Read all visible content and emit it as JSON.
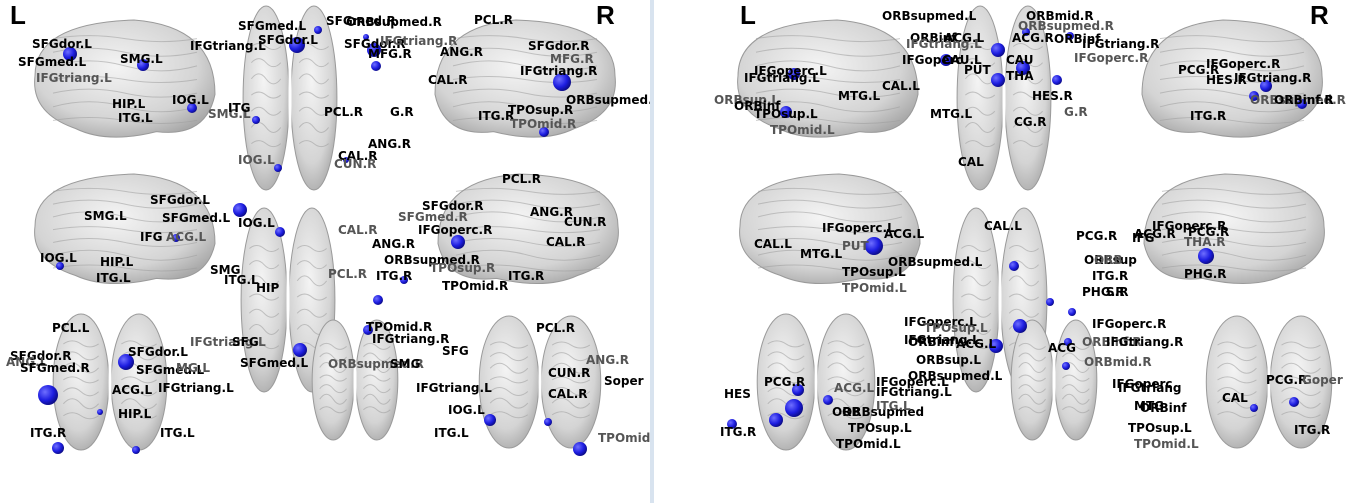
{
  "panels": [
    {
      "side_left": "L",
      "side_right": "R",
      "labels": [
        [
          "SFGdor.L",
          32,
          48
        ],
        [
          "SFGmed.L",
          18,
          66
        ],
        [
          "IFGtriang.L",
          36,
          82
        ],
        [
          "SMG.L",
          120,
          63
        ],
        [
          "HIP.L",
          112,
          108
        ],
        [
          "ITG.L",
          118,
          122
        ],
        [
          "IOG.L",
          172,
          104
        ],
        [
          "SMG.L",
          208,
          118
        ],
        [
          "IFGtriang.L",
          190,
          50
        ],
        [
          "SFGmed.L",
          238,
          30
        ],
        [
          "SFGdor.L",
          258,
          44
        ],
        [
          "ITG",
          228,
          112
        ],
        [
          "IOG.L",
          238,
          164
        ],
        [
          "SFGmed.R",
          326,
          25
        ],
        [
          "ORBsupmed.R",
          346,
          26
        ],
        [
          "SFGdor.R",
          344,
          48
        ],
        [
          "MFG.R",
          368,
          58
        ],
        [
          "IFGtriang.R",
          380,
          45
        ],
        [
          "PCL.R",
          324,
          116
        ],
        [
          "G.R",
          390,
          116
        ],
        [
          "ANG.R",
          368,
          148
        ],
        [
          "CAL.R",
          338,
          160
        ],
        [
          "CUN.R",
          334,
          168
        ],
        [
          "PCL.R",
          474,
          24
        ],
        [
          "ANG.R",
          440,
          56
        ],
        [
          "CAL.R",
          428,
          84
        ],
        [
          "SFGdor.R",
          528,
          50
        ],
        [
          "MFG.R",
          550,
          63
        ],
        [
          "IFGtriang.R",
          520,
          75
        ],
        [
          "ORBsupmed.R",
          566,
          104
        ],
        [
          "TPOsup.R",
          508,
          114
        ],
        [
          "ITG.R",
          478,
          120
        ],
        [
          "TPOmid.R",
          510,
          128
        ],
        [
          "SFGdor.L",
          150,
          204
        ],
        [
          "SFGmed.L",
          162,
          222
        ],
        [
          "SMG.L",
          84,
          220
        ],
        [
          "IFG",
          140,
          241
        ],
        [
          "ACG.L",
          166,
          241
        ],
        [
          "IOG.L",
          40,
          262
        ],
        [
          "HIP.L",
          100,
          266
        ],
        [
          "ITG.L",
          96,
          282
        ],
        [
          "IOG.L",
          238,
          227
        ],
        [
          "CAL.R",
          338,
          234
        ],
        [
          "ANG.R",
          372,
          248
        ],
        [
          "SMG",
          210,
          274
        ],
        [
          "ITG.L",
          224,
          284
        ],
        [
          "HIP",
          256,
          292
        ],
        [
          "PCL.R",
          328,
          278
        ],
        [
          "ITG.R",
          376,
          280
        ],
        [
          "ORBsupmed.R",
          384,
          264
        ],
        [
          "PCL.R",
          502,
          183
        ],
        [
          "SFGdor.R",
          422,
          210
        ],
        [
          "SFGmed.R",
          398,
          221
        ],
        [
          "IFGoperc.R",
          418,
          234
        ],
        [
          "ANG.R",
          530,
          216
        ],
        [
          "CUN.R",
          564,
          226
        ],
        [
          "CAL.R",
          546,
          246
        ],
        [
          "TPOsup.R",
          430,
          272
        ],
        [
          "TPOmid.R",
          442,
          290
        ],
        [
          "ITG.R",
          508,
          280
        ],
        [
          "PCL.L",
          52,
          332
        ],
        [
          "SFGdor.R",
          10,
          360
        ],
        [
          "ANG.L",
          6,
          366
        ],
        [
          "SFGmed.R",
          20,
          372
        ],
        [
          "ITG.R",
          30,
          437
        ],
        [
          "SFGdor.L",
          128,
          356
        ],
        [
          "SFGmed.L",
          136,
          374
        ],
        [
          "MG.L",
          176,
          372
        ],
        [
          "ACG.L",
          112,
          394
        ],
        [
          "IFGtriang.L",
          158,
          392
        ],
        [
          "HIP.L",
          118,
          418
        ],
        [
          "ITG.L",
          160,
          437
        ],
        [
          "IFGtriang.L",
          190,
          346
        ],
        [
          "SFG",
          232,
          346
        ],
        [
          "SFGmed.L",
          240,
          367
        ],
        [
          "TPOmid.R",
          366,
          331
        ],
        [
          "IFGtriang.R",
          372,
          343
        ],
        [
          "ORBsupmed.R",
          328,
          368
        ],
        [
          "SMG",
          390,
          368
        ],
        [
          "PCL.R",
          536,
          332
        ],
        [
          "SFG",
          442,
          355
        ],
        [
          "IFGtriang.L",
          416,
          392
        ],
        [
          "ANG.R",
          586,
          364
        ],
        [
          "CUN.R",
          548,
          377
        ],
        [
          "CAL.R",
          548,
          398
        ],
        [
          "IOG.L",
          448,
          414
        ],
        [
          "ITG.L",
          434,
          437
        ],
        [
          "TPOmid.R",
          598,
          442
        ],
        [
          "Soper",
          604,
          385
        ]
      ],
      "nodes": [
        [
          70,
          54,
          7
        ],
        [
          143,
          65,
          6
        ],
        [
          192,
          108,
          5
        ],
        [
          256,
          120,
          4
        ],
        [
          297,
          45,
          8
        ],
        [
          318,
          30,
          4
        ],
        [
          366,
          37,
          3
        ],
        [
          374,
          50,
          7
        ],
        [
          376,
          66,
          5
        ],
        [
          562,
          82,
          9
        ],
        [
          544,
          132,
          5
        ],
        [
          278,
          168,
          4
        ],
        [
          346,
          160,
          3
        ],
        [
          240,
          210,
          7
        ],
        [
          176,
          238,
          4
        ],
        [
          60,
          266,
          4
        ],
        [
          280,
          232,
          5
        ],
        [
          458,
          242,
          7
        ],
        [
          404,
          280,
          4
        ],
        [
          378,
          300,
          5
        ],
        [
          300,
          350,
          7
        ],
        [
          368,
          330,
          5
        ],
        [
          126,
          362,
          8
        ],
        [
          48,
          395,
          10
        ],
        [
          58,
          448,
          6
        ],
        [
          136,
          450,
          4
        ],
        [
          100,
          412,
          3
        ],
        [
          490,
          420,
          6
        ],
        [
          548,
          422,
          4
        ],
        [
          580,
          449,
          7
        ]
      ]
    },
    {
      "side_left": "L",
      "side_right": "R",
      "labels": [
        [
          "ORBsupmed.L",
          228,
          20
        ],
        [
          "ORBmid.R",
          372,
          20
        ],
        [
          "ORBsupmed.R",
          364,
          30
        ],
        [
          "ORBinf",
          256,
          42
        ],
        [
          "ACG.L",
          290,
          42
        ],
        [
          "ACG.R",
          358,
          42
        ],
        [
          "ORBinf",
          400,
          43
        ],
        [
          "IFGtriang.L",
          252,
          48
        ],
        [
          "IFGtriang.R",
          428,
          48
        ],
        [
          "IFGoperc",
          248,
          64
        ],
        [
          "CAU.L",
          288,
          64
        ],
        [
          "CAU",
          352,
          64
        ],
        [
          "IFGoperc.R",
          420,
          62
        ],
        [
          "PUT",
          310,
          74
        ],
        [
          "THA",
          352,
          80
        ],
        [
          "HES.R",
          378,
          100
        ],
        [
          "MTG.L",
          276,
          118
        ],
        [
          "G.R",
          410,
          116
        ],
        [
          "CG.R",
          360,
          126
        ],
        [
          "CAL",
          304,
          166
        ],
        [
          "IFGoperc.L",
          100,
          75
        ],
        [
          "IFGtriang.L",
          90,
          82
        ],
        [
          "ORBsup.L",
          60,
          104
        ],
        [
          "ORBinf",
          80,
          110
        ],
        [
          "MTG.L",
          184,
          100
        ],
        [
          "CAL.L",
          228,
          90
        ],
        [
          "TPOsup.L",
          100,
          118
        ],
        [
          "TPOmid.L",
          116,
          134
        ],
        [
          "IFGoperc.R",
          552,
          68
        ],
        [
          "PCG.R",
          524,
          74
        ],
        [
          "HES.R",
          552,
          84
        ],
        [
          "IFGtriang.R",
          580,
          82
        ],
        [
          "ORBsupmed.R",
          596,
          104
        ],
        [
          "ORBinf.R",
          620,
          104
        ],
        [
          "ITG.R",
          536,
          120
        ],
        [
          "IFGoperc.L",
          168,
          232
        ],
        [
          "CAL.L",
          100,
          248
        ],
        [
          "PUT",
          188,
          250
        ],
        [
          "ACG.L",
          230,
          238
        ],
        [
          "MTG.L",
          146,
          258
        ],
        [
          "ORBsupmed.L",
          234,
          266
        ],
        [
          "TPOsup.L",
          188,
          276
        ],
        [
          "TPOmid.L",
          188,
          292
        ],
        [
          "IFGoperc.R",
          498,
          230
        ],
        [
          "PCG.R",
          534,
          236
        ],
        [
          "ACG.R",
          480,
          238
        ],
        [
          "IFG",
          478,
          242
        ],
        [
          "THA.R",
          530,
          246
        ],
        [
          "ORBsup",
          430,
          264
        ],
        [
          "PHG.R",
          530,
          278
        ],
        [
          "CAL.L",
          330,
          230
        ],
        [
          "PCG.R",
          422,
          240
        ],
        [
          "ORB",
          440,
          264
        ],
        [
          "ITG.R",
          438,
          280
        ],
        [
          "PHG.R",
          428,
          296
        ],
        [
          "S.R",
          452,
          296
        ],
        [
          "IFGoperc.L",
          250,
          326
        ],
        [
          "TPOsup.L",
          270,
          332
        ],
        [
          "IFGoperc.R",
          438,
          328
        ],
        [
          "ORBinf",
          254,
          346
        ],
        [
          "IFGtriang.L",
          250,
          344
        ],
        [
          "ACG.L",
          302,
          348
        ],
        [
          "ORBinf.R",
          428,
          346
        ],
        [
          "IFGtriang.R",
          452,
          346
        ],
        [
          "ACG",
          394,
          352
        ],
        [
          "ORBsup.L",
          262,
          364
        ],
        [
          "ORBsupmed.L",
          254,
          380
        ],
        [
          "ORBmid.R",
          430,
          366
        ],
        [
          "IFGoperc",
          458,
          388
        ],
        [
          "IFGtriang",
          464,
          392
        ],
        [
          "HES",
          70,
          398
        ],
        [
          "PCG.R",
          110,
          386
        ],
        [
          "ACG.L",
          180,
          392
        ],
        [
          "IFGoperc.L",
          222,
          386
        ],
        [
          "IFGtriang.L",
          222,
          396
        ],
        [
          "ORB",
          178,
          416
        ],
        [
          "ORBsupmed",
          188,
          416
        ],
        [
          "ITG.L",
          222,
          410
        ],
        [
          "ITG.R",
          66,
          436
        ],
        [
          "TPOsup.L",
          194,
          432
        ],
        [
          "TPOmid.L",
          182,
          448
        ],
        [
          "PCG.R",
          612,
          384
        ],
        [
          "Goper",
          648,
          384
        ],
        [
          "ORBinf",
          486,
          412
        ],
        [
          "MTG",
          480,
          410
        ],
        [
          "ITG.R",
          640,
          434
        ],
        [
          "TPOsup.L",
          474,
          432
        ],
        [
          "TPOmid.L",
          480,
          448
        ],
        [
          "CAL",
          568,
          402
        ]
      ],
      "nodes": [
        [
          372,
          32,
          4
        ],
        [
          416,
          36,
          4
        ],
        [
          344,
          50,
          7
        ],
        [
          369,
          68,
          7
        ],
        [
          344,
          80,
          7
        ],
        [
          403,
          80,
          5
        ],
        [
          292,
          60,
          6
        ],
        [
          140,
          74,
          6
        ],
        [
          132,
          112,
          6
        ],
        [
          612,
          86,
          6
        ],
        [
          600,
          96,
          5
        ],
        [
          648,
          104,
          5
        ],
        [
          220,
          246,
          9
        ],
        [
          360,
          266,
          5
        ],
        [
          552,
          256,
          8
        ],
        [
          396,
          302,
          4
        ],
        [
          418,
          312,
          4
        ],
        [
          366,
          326,
          7
        ],
        [
          342,
          346,
          7
        ],
        [
          414,
          342,
          4
        ],
        [
          412,
          366,
          4
        ],
        [
          144,
          390,
          6
        ],
        [
          140,
          408,
          9
        ],
        [
          174,
          400,
          5
        ],
        [
          122,
          420,
          7
        ],
        [
          78,
          424,
          5
        ],
        [
          640,
          402,
          5
        ],
        [
          600,
          408,
          4
        ]
      ]
    }
  ]
}
